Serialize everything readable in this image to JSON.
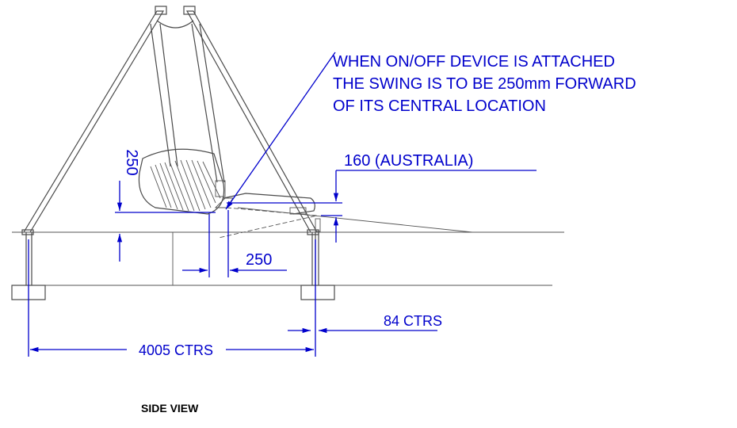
{
  "note": {
    "line1": "WHEN ON/OFF DEVICE IS ATTACHED",
    "line2": "THE SWING IS TO BE 250mm FORWARD",
    "line3": "OF ITS CENTRAL LOCATION"
  },
  "dimensions": {
    "seat_height": "250",
    "australia_height": "160  (AUSTRALIA)",
    "forward_offset": "250",
    "post_spacing": "84 CTRS",
    "frame_span": "4005 CTRS"
  },
  "view_title": "SIDE VIEW",
  "colors": {
    "annotation": "#0000cc",
    "drawing": "#4a4a4a",
    "title": "#000000"
  }
}
